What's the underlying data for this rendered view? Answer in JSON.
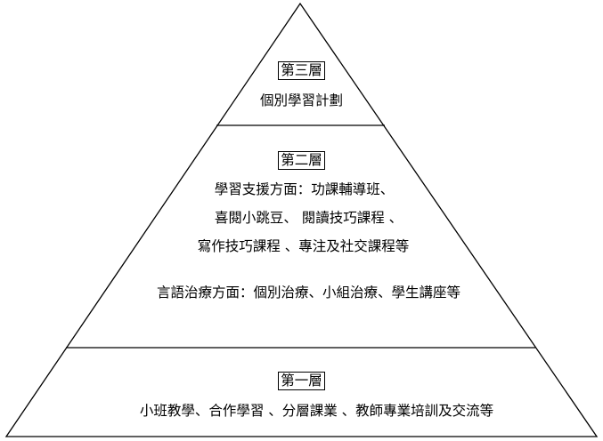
{
  "diagram": {
    "line_color": "#000000",
    "background_color": "#ffffff",
    "tier3": {
      "label": "第三層",
      "text": "個別學習計劃"
    },
    "tier2": {
      "label": "第二層",
      "lines": [
        "學習支援方面：功課輔導班、",
        "喜閱小跳豆、 閱讀技巧課程 、",
        "寫作技巧課程 、專注及社交課程等",
        "言語治療方面：個別治療、小組治療、學生講座等"
      ]
    },
    "tier1": {
      "label": "第一層",
      "text": "小班教學、合作學習 、分層課業 、教師專業培訓及交流等"
    }
  }
}
